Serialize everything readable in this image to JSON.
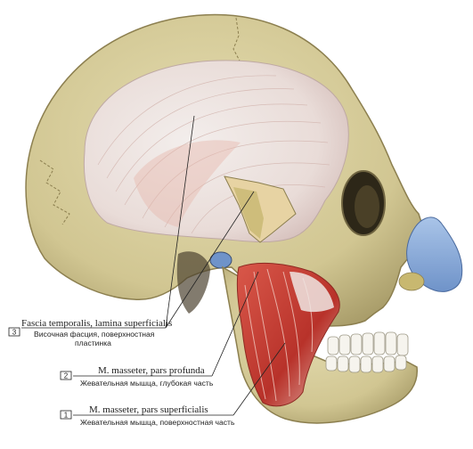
{
  "labels": [
    {
      "number": "3",
      "latin": "Fascia temporalis, lamina superficialis",
      "ru_line1": "Височная фасция, поверхностная",
      "ru_line2": "пластинка"
    },
    {
      "number": "2",
      "latin": "M. masseter, pars profunda",
      "ru_line1": "Жевательная мышца, глубокая часть",
      "ru_line2": ""
    },
    {
      "number": "1",
      "latin": "M. masseter, pars superficialis",
      "ru_line1": "Жевательная мышца, поверхностная часть",
      "ru_line2": ""
    }
  ],
  "colors": {
    "bone": "#d8cfa0",
    "bone_shadow": "#a99d6a",
    "fascia": "#ece6e2",
    "muscle": "#c8402e",
    "cartilage": "#7fa6d6"
  }
}
